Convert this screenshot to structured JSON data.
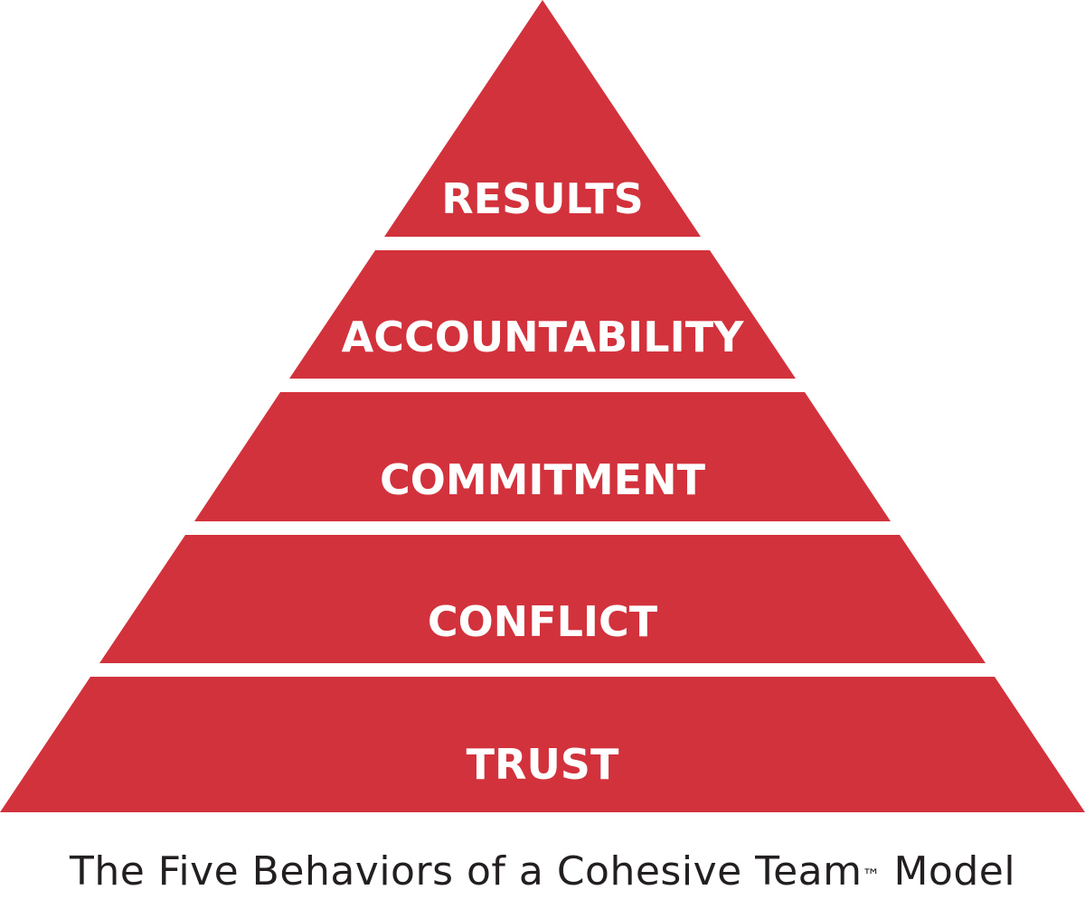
{
  "diagram": {
    "type": "pyramid",
    "fill_color": "#d2323c",
    "text_color": "#ffffff",
    "layers_top_to_bottom": [
      {
        "label": "RESULTS"
      },
      {
        "label": "ACCOUNTABILITY"
      },
      {
        "label": "COMMITMENT"
      },
      {
        "label": "CONFLICT"
      },
      {
        "label": "TRUST"
      }
    ]
  },
  "caption": {
    "text": "The Five Behaviors of a Cohesive Team",
    "trademark": "™",
    "suffix": " Model"
  }
}
